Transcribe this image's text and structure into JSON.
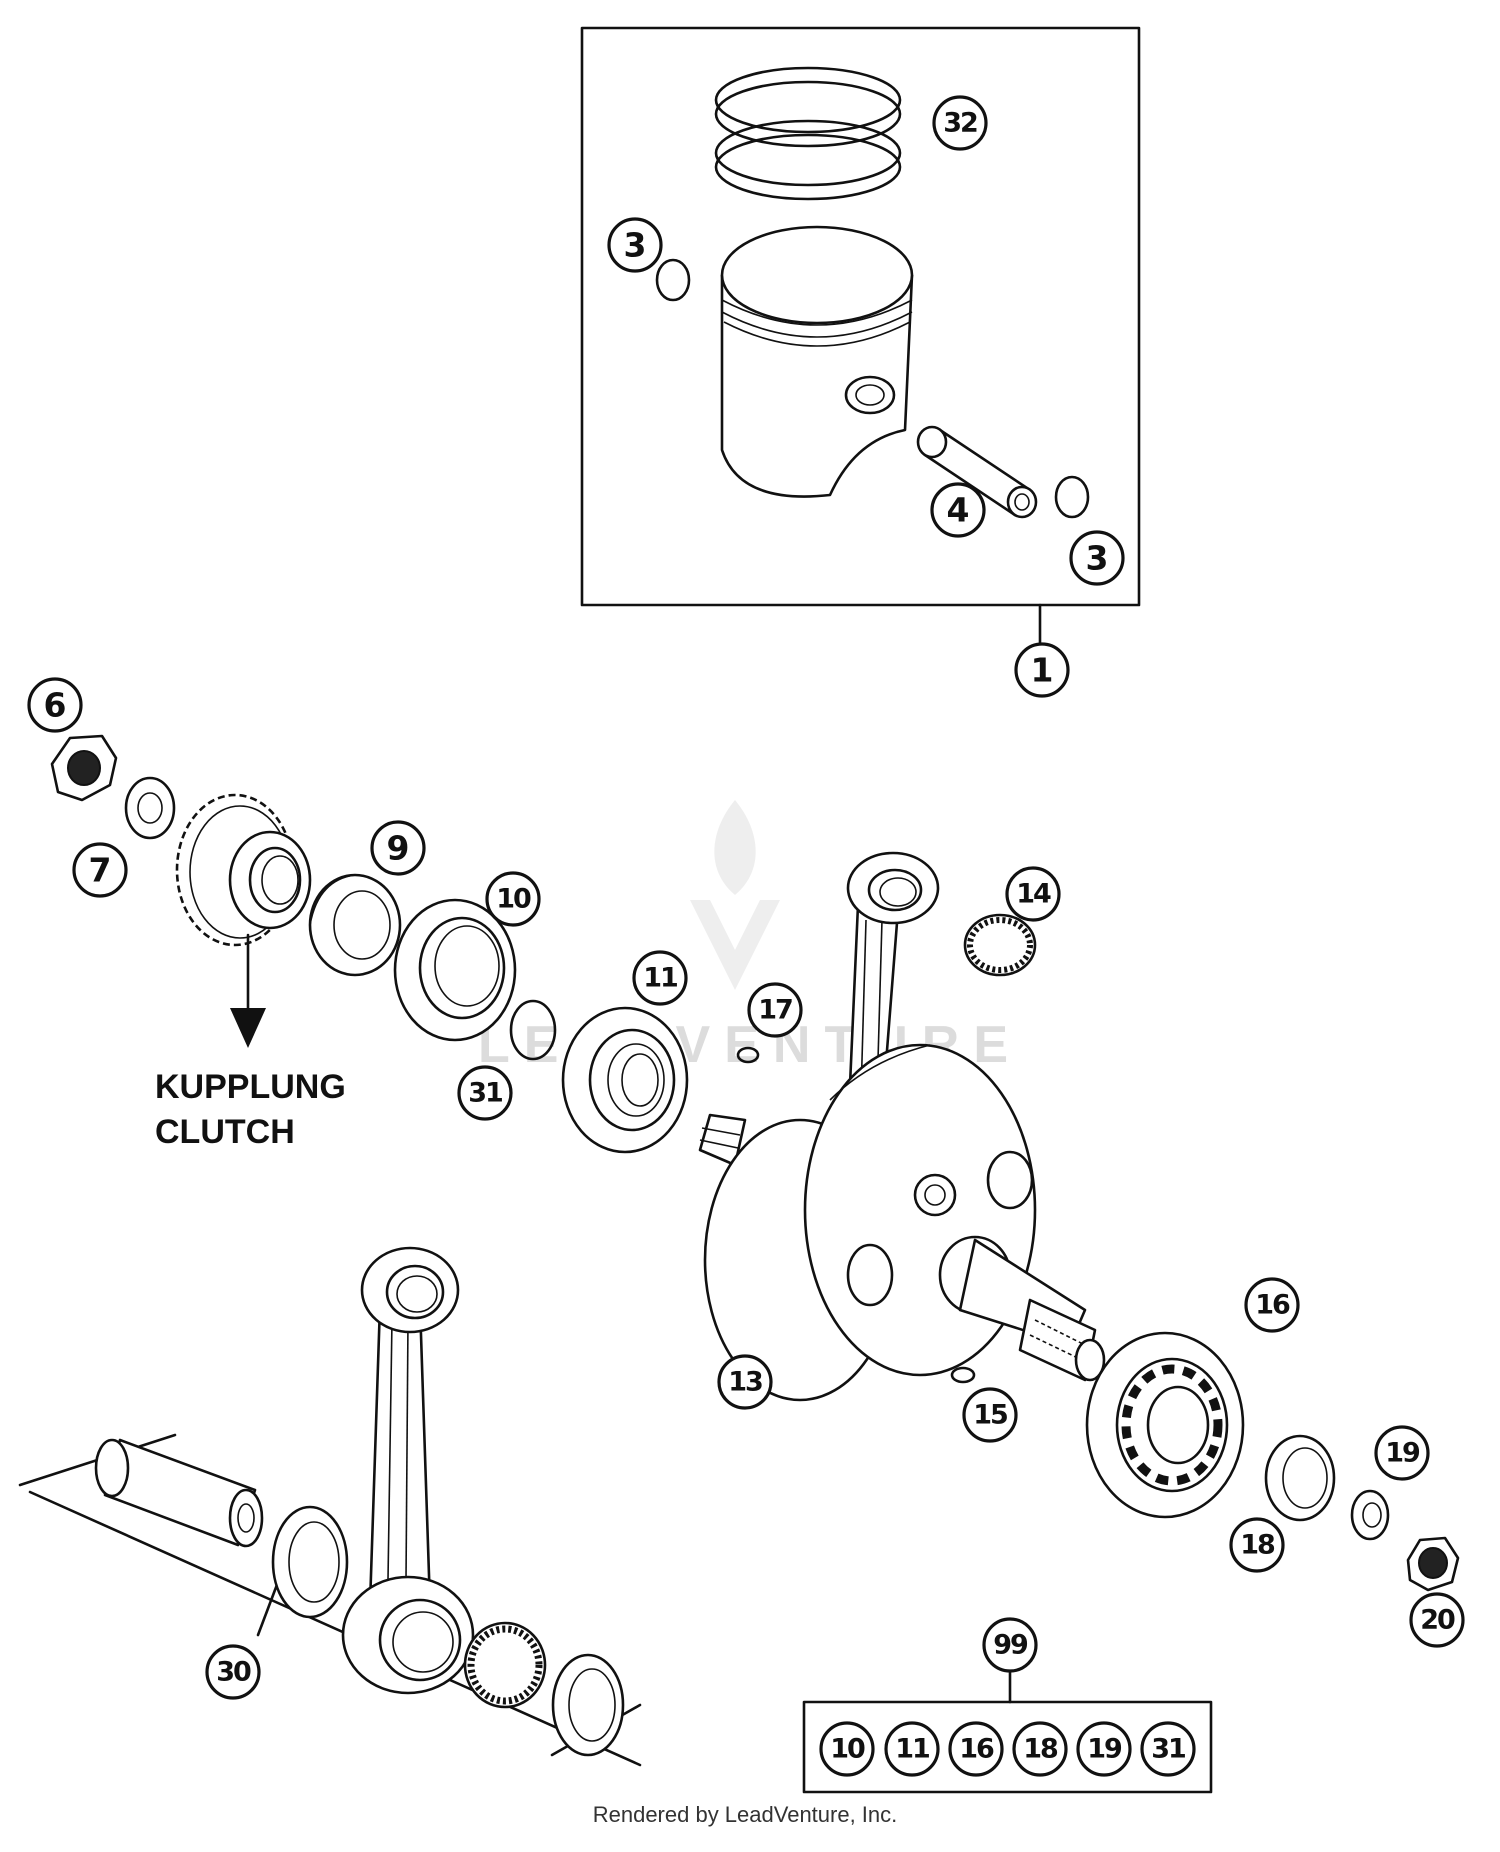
{
  "callouts": {
    "c32": "32",
    "c3a": "3",
    "c4": "4",
    "c3b": "3",
    "c1": "1",
    "c6": "6",
    "c7": "7",
    "c9": "9",
    "c10": "10",
    "c31": "31",
    "c11": "11",
    "c17": "17",
    "c14": "14",
    "c13": "13",
    "c15": "15",
    "c16": "16",
    "c19": "19",
    "c18": "18",
    "c20": "20",
    "c30": "30",
    "c99": "99"
  },
  "kit_items": [
    "10",
    "11",
    "16",
    "18",
    "19",
    "31"
  ],
  "note": {
    "line1": "KUPPLUNG",
    "line2": "CLUTCH"
  },
  "footer": "Rendered by LeadVenture, Inc.",
  "watermark": "LEADVENTURE"
}
